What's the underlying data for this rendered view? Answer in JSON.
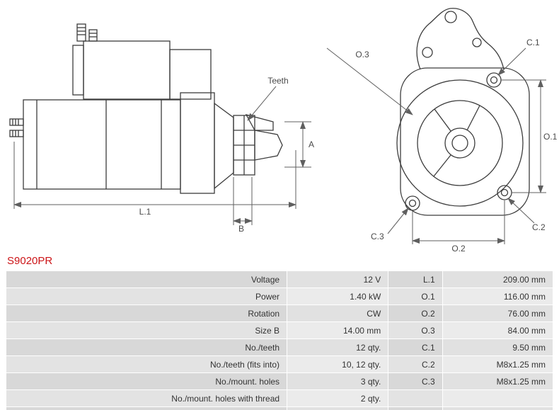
{
  "part_number": "S9020PR",
  "colors": {
    "part_number_red": "#cc1417",
    "table_row_dark": "#d8d8d8",
    "table_row_light": "#ebebeb",
    "drawing_line": "#3c3c3c",
    "dimension_line": "#5f5f5f"
  },
  "diagram": {
    "labels": {
      "teeth": "Teeth",
      "a": "A",
      "b": "B",
      "l1": "L.1",
      "o1": "O.1",
      "o2": "O.2",
      "o3": "O.3",
      "c1": "C.1",
      "c2": "C.2",
      "c3": "C.3"
    }
  },
  "spec_table": {
    "rows": [
      {
        "label_left": "Voltage",
        "value_left": "12 V",
        "label_right": "L.1",
        "value_right": "209.00 mm"
      },
      {
        "label_left": "Power",
        "value_left": "1.40 kW",
        "label_right": "O.1",
        "value_right": "116.00 mm"
      },
      {
        "label_left": "Rotation",
        "value_left": "CW",
        "label_right": "O.2",
        "value_right": "76.00 mm"
      },
      {
        "label_left": "Size B",
        "value_left": "14.00 mm",
        "label_right": "O.3",
        "value_right": "84.00 mm"
      },
      {
        "label_left": "No./teeth",
        "value_left": "12 qty.",
        "label_right": "C.1",
        "value_right": "9.50 mm"
      },
      {
        "label_left": "No./teeth (fits into)",
        "value_left": "10, 12 qty.",
        "label_right": "C.2",
        "value_right": "M8x1.25 mm"
      },
      {
        "label_left": "No./mount. holes",
        "value_left": "3 qty.",
        "label_right": "C.3",
        "value_right": "M8x1.25 mm"
      },
      {
        "label_left": "No./mount. holes with thread",
        "value_left": "2 qty.",
        "label_right": "",
        "value_right": ""
      }
    ]
  }
}
